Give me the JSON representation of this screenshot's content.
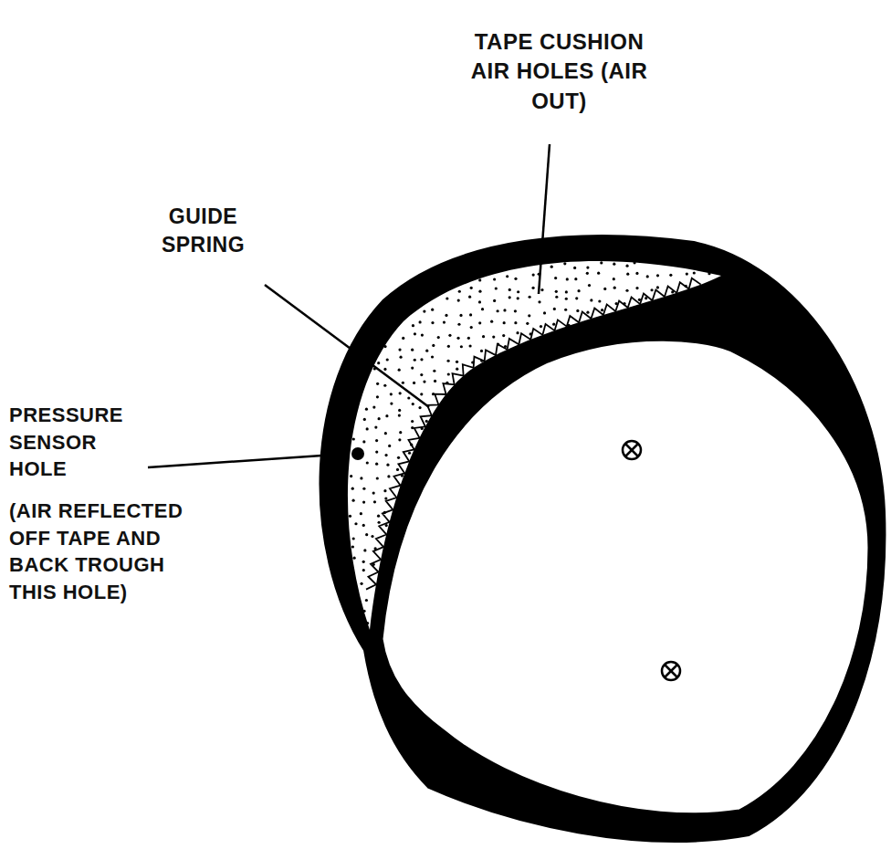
{
  "diagram": {
    "labels": [
      "TAPE CUSHION AIR HOLES (AIR OUT)",
      "GUIDE SPRING",
      "PRESSURE SENSOR HOLE",
      "(AIR REFLECTED OFF TAPE AND BACK TROUGH THIS HOLE)"
    ]
  }
}
